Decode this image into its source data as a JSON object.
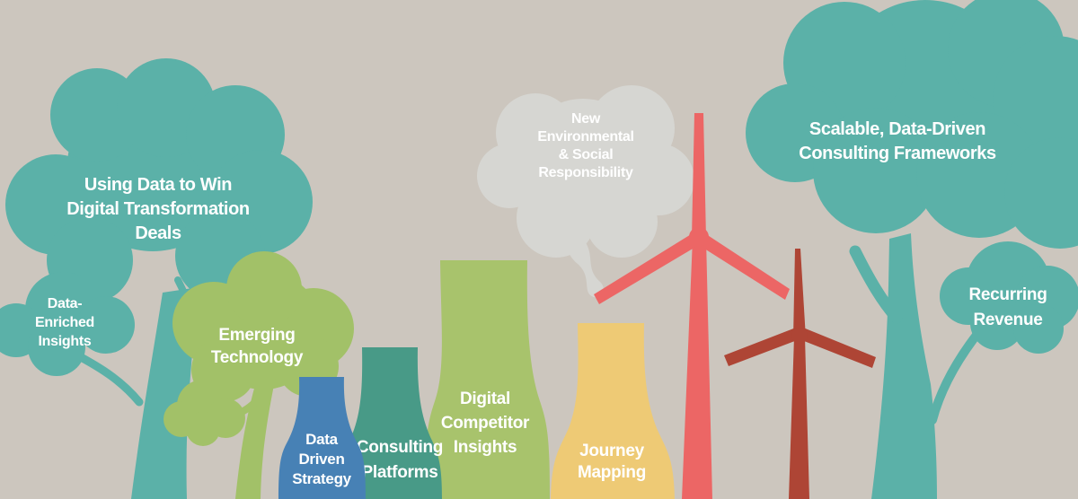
{
  "background_color": "#ccc6be",
  "palette": {
    "teal": "#5bb1a8",
    "teal_dark": "#489a87",
    "green": "#a2c168",
    "green_light": "#a8c36c",
    "blue": "#4781b5",
    "yellow": "#eeca75",
    "pink": "#ec6665",
    "dark_red": "#ae4535",
    "smoke": "#d6d6d2",
    "label_text": "#ffffff"
  },
  "labels": {
    "left_tree": {
      "lines": [
        "Using Data to Win",
        "Digital Transformation",
        "Deals"
      ]
    },
    "left_small_tree": {
      "lines": [
        "Data-",
        "Enriched",
        "Insights"
      ]
    },
    "emerging_tree": {
      "lines": [
        "Emerging",
        "Technology"
      ]
    },
    "data_driven_strategy": {
      "lines": [
        "Data",
        "Driven",
        "Strategy"
      ]
    },
    "consulting_platforms": {
      "lines": [
        "Consulting",
        "Platforms"
      ]
    },
    "digital_competitor": {
      "lines": [
        "Digital",
        "Competitor",
        "Insights"
      ]
    },
    "journey_mapping": {
      "lines": [
        "Journey",
        "Mapping"
      ]
    },
    "smoke": {
      "lines": [
        "New",
        "Environmental",
        "& Social",
        "Responsibility"
      ]
    },
    "right_tree": {
      "lines": [
        "Scalable, Data-Driven",
        "Consulting Frameworks"
      ]
    },
    "right_small_tree": {
      "lines": [
        "Recurring",
        "Revenue"
      ]
    }
  }
}
